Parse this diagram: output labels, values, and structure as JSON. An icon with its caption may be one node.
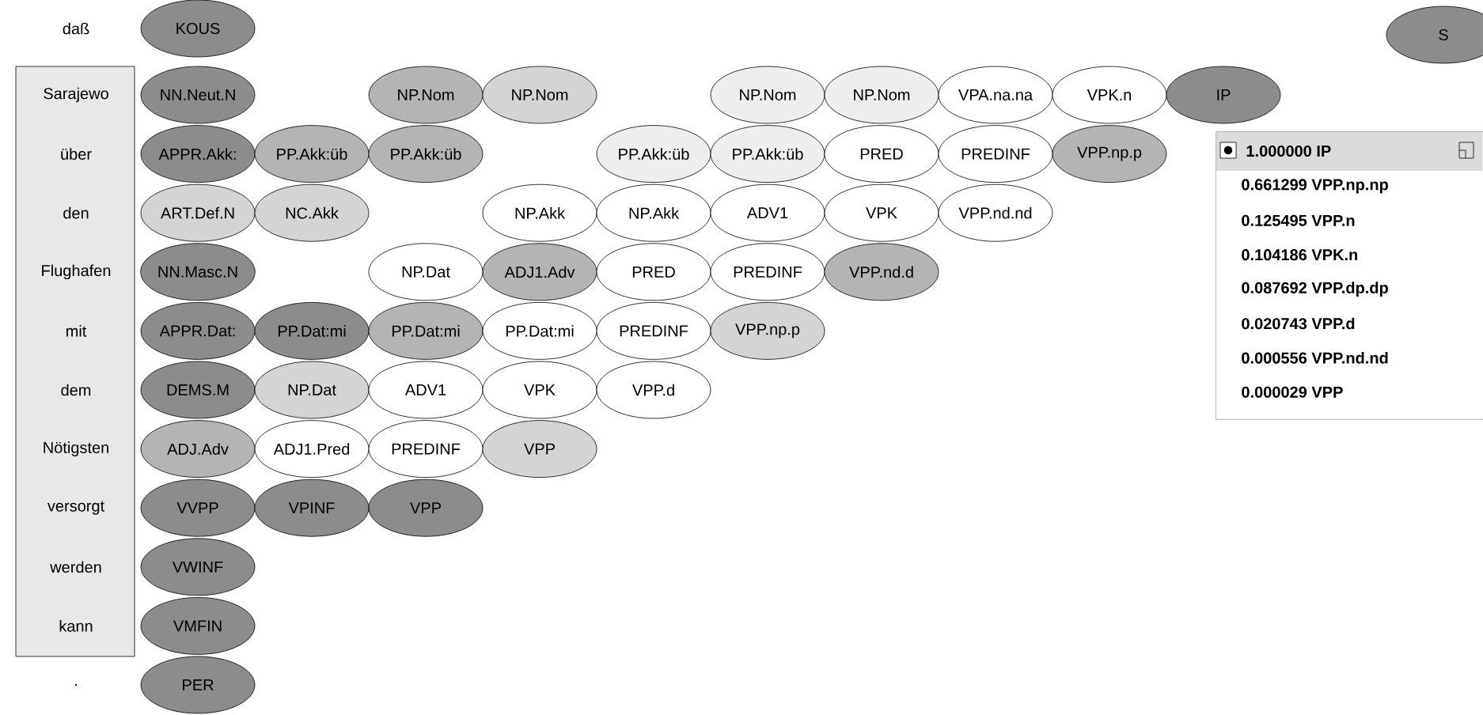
{
  "diagram": {
    "nodes": [
      {
        "text": [
          "KOUS"
        ]
      },
      {
        "text": [
          "S"
        ]
      },
      {
        "text": [
          "NN.Neut.N"
        ]
      },
      {
        "text": [
          "NP.Nom"
        ]
      },
      {
        "text": [
          "NP.Nom"
        ]
      },
      {
        "text": [
          "NP.Nom"
        ]
      },
      {
        "text": [
          "NP.Nom"
        ]
      },
      {
        "text": [
          "VPA.na.na"
        ]
      },
      {
        "text": [
          "VPK.n"
        ]
      },
      {
        "text": [
          "IP"
        ]
      },
      {
        "text": [
          "APPR.Akk:"
        ]
      },
      {
        "text": [
          "PP.Akk:üb"
        ]
      },
      {
        "text": [
          "PP.Akk:üb"
        ]
      },
      {
        "text": [
          "PP.Akk:üb"
        ]
      },
      {
        "text": [
          "PP.Akk:üb"
        ]
      },
      {
        "text": [
          "PRED"
        ]
      },
      {
        "text": [
          "PREDINF"
        ]
      },
      {
        "text": [
          "VPP.np.p"
        ]
      },
      {
        "text": [
          "ART.Def.N"
        ]
      },
      {
        "text": [
          "NC.Akk"
        ]
      },
      {
        "text": [
          "NP.Akk"
        ]
      },
      {
        "text": [
          "NP.Akk"
        ]
      },
      {
        "text": [
          "ADV1"
        ]
      },
      {
        "text": [
          "VPK"
        ]
      },
      {
        "text": [
          "VPP.nd.nd"
        ]
      },
      {
        "text": [
          "NN.Masc.N"
        ]
      },
      {
        "text": [
          "NP.Dat"
        ]
      },
      {
        "text": [
          "ADJ1.Adv"
        ]
      },
      {
        "text": [
          "PRED"
        ]
      },
      {
        "text": [
          "PREDINF"
        ]
      },
      {
        "text": [
          "VPP.nd.d"
        ]
      },
      {
        "text": [
          "APPR.Dat:"
        ]
      },
      {
        "text": [
          "PP.Dat:mi"
        ]
      },
      {
        "text": [
          "PP.Dat:mi"
        ]
      },
      {
        "text": [
          "PP.Dat:mi"
        ]
      },
      {
        "text": [
          "PREDINF"
        ]
      },
      {
        "text": [
          "VPP.np.p"
        ]
      },
      {
        "text": [
          "DEMS.M"
        ]
      },
      {
        "text": [
          "NP.Dat"
        ]
      },
      {
        "text": [
          "ADV1"
        ]
      },
      {
        "text": [
          "VPK"
        ]
      },
      {
        "text": [
          "VPP.d"
        ]
      },
      {
        "text": [
          "ADJ.Adv"
        ]
      },
      {
        "text": [
          "ADJ1.Pred"
        ]
      },
      {
        "text": [
          "PREDINF"
        ]
      },
      {
        "text": [
          "VPP"
        ]
      },
      {
        "text": [
          "VVPP"
        ]
      },
      {
        "text": [
          "VPINF"
        ]
      },
      {
        "text": [
          "VPP"
        ]
      },
      {
        "text": [
          "VWINF"
        ]
      },
      {
        "text": [
          "VMFIN"
        ]
      },
      {
        "text": [
          "PER"
        ]
      },
      {
        "text": [
          "1.000000 IP",
          "0.661299 VPP.np.np",
          "0.125495 VPP.n",
          "0.104186 VPK.n",
          "0.087692 VPP.dp.dp",
          "0.020743 VPP.d",
          "0.000556 VPP.nd.nd",
          "0.000029 VPP"
        ]
      }
    ],
    "labels": [
      "daß",
      "Sarajewo",
      "über",
      "den",
      "Flughafen",
      "mit",
      "dem",
      "Nötigsten",
      "versorgt",
      "werden",
      "kann",
      "."
    ]
  }
}
